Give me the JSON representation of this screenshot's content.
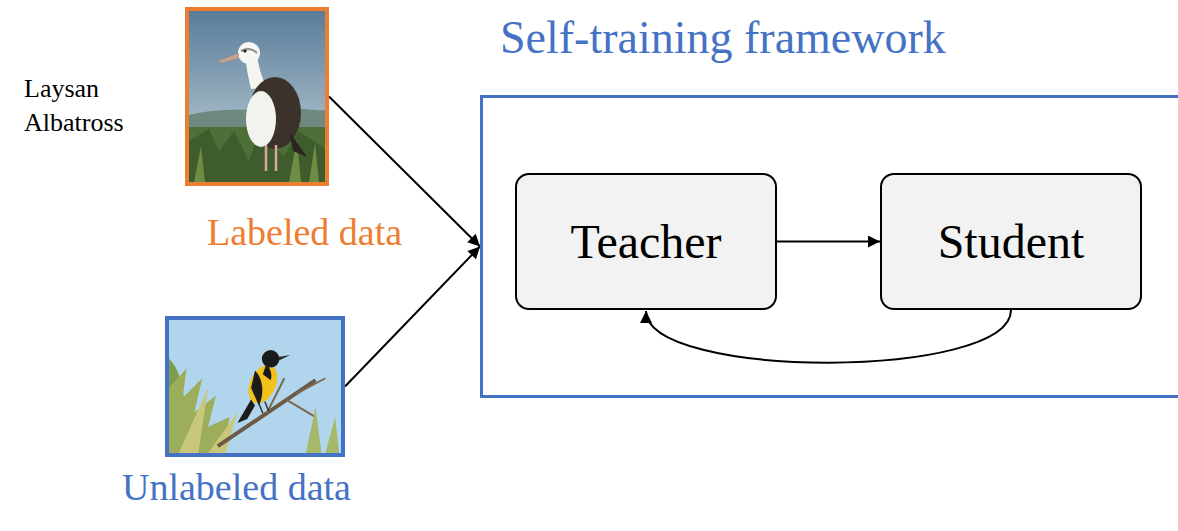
{
  "diagram": {
    "nodes": [
      {
        "text": [
          "Laysan Albatross",
          "Labeled data"
        ]
      },
      {
        "text": [
          "Self-training framework"
        ]
      },
      {
        "text": [
          "Teacher"
        ],
        "in": 1
      },
      {
        "text": [
          "Student"
        ],
        "in": 1
      },
      {
        "text": [
          "Unlabeled data"
        ]
      }
    ],
    "edges": [
      {
        "from": 0,
        "to": 1,
        "arrow": "to"
      },
      {
        "from": 4,
        "to": 1,
        "arrow": "to"
      },
      {
        "from": 2,
        "to": 3,
        "arrow": "to"
      },
      {
        "from": 3,
        "to": 2,
        "arrow": "to"
      }
    ]
  }
}
